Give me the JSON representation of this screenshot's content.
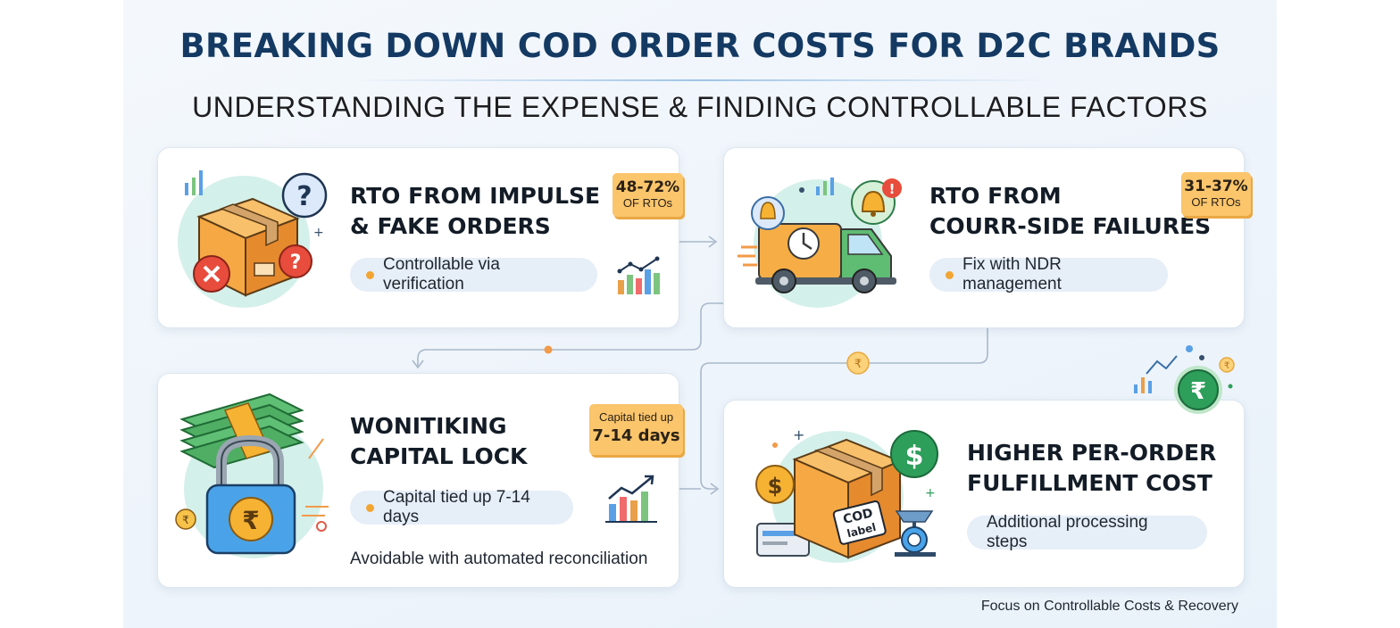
{
  "header": {
    "title": "BREAKING DOWN COD ORDER COSTS FOR D2C BRANDS",
    "subtitle": "UNDERSTANDING THE EXPENSE & FINDING CONTROLLABLE FACTORS"
  },
  "cards": [
    {
      "title": "RTO FROM IMPULSE\n& FAKE ORDERS",
      "badge_value": "48-72%",
      "badge_caption": "OF RTOs",
      "pill": "Controllable via verification",
      "icons": [
        "package-question-icon",
        "bar-chart-icon"
      ]
    },
    {
      "title": "RTO FROM\nCOURR-SIDE FAILURES",
      "badge_value": "31-37%",
      "badge_caption": "OF RTOs",
      "pill": "Fix with NDR management",
      "icons": [
        "delivery-truck-icon",
        "bell-alert-icon"
      ]
    },
    {
      "title": "WONITIKING\nCAPITAL LOCK",
      "badge_caption": "Capital tied up",
      "badge_value": "7-14 days",
      "pill": "Capital tied up 7-14 days",
      "note": "Avoidable with automated reconciliation",
      "icons": [
        "cash-lock-icon",
        "growth-chart-icon"
      ]
    },
    {
      "title": "HIGHER PER-ORDER\nFULFILLMENT COST",
      "pill": "Additional processing steps",
      "icons": [
        "cod-package-icon",
        "rupee-coin-icon"
      ]
    }
  ],
  "cod_label": [
    "COD",
    "label"
  ],
  "footer": "Focus on Controllable Costs & Recovery",
  "colors": {
    "title": "#143a63",
    "accent_orange": "#f2a533",
    "badge": "#fbc56c",
    "pill_bg": "#e6eef8",
    "rupee_green": "#2e9e5b"
  }
}
